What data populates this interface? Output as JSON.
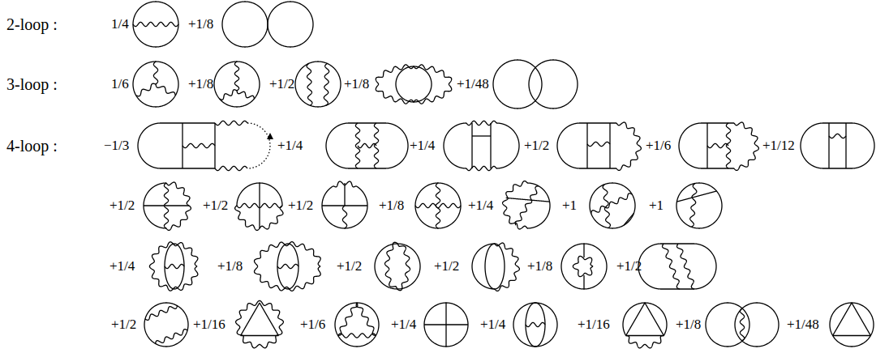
{
  "diagram": {
    "labels": [
      "2-loop :",
      "1/4",
      "+1/8",
      "3-loop :",
      "1/6",
      "+1/8",
      "+1/2",
      "+1/8",
      "+1/48",
      "4-loop :",
      "−1/3",
      "+1/4",
      "+1/4",
      "+1/2",
      "+1/6",
      "+1/12",
      "+1/2",
      "+1/2",
      "+1/2",
      "+1/8",
      "+1/4",
      "+1",
      "+1",
      "+1/4",
      "+1/8",
      "+1/2",
      "+1/2",
      "+1/8",
      "+1/2",
      "+1/2",
      "+1/16",
      "+1/6",
      "+1/4",
      "+1/4",
      "+1/16",
      "+1/8",
      "+1/48"
    ]
  }
}
